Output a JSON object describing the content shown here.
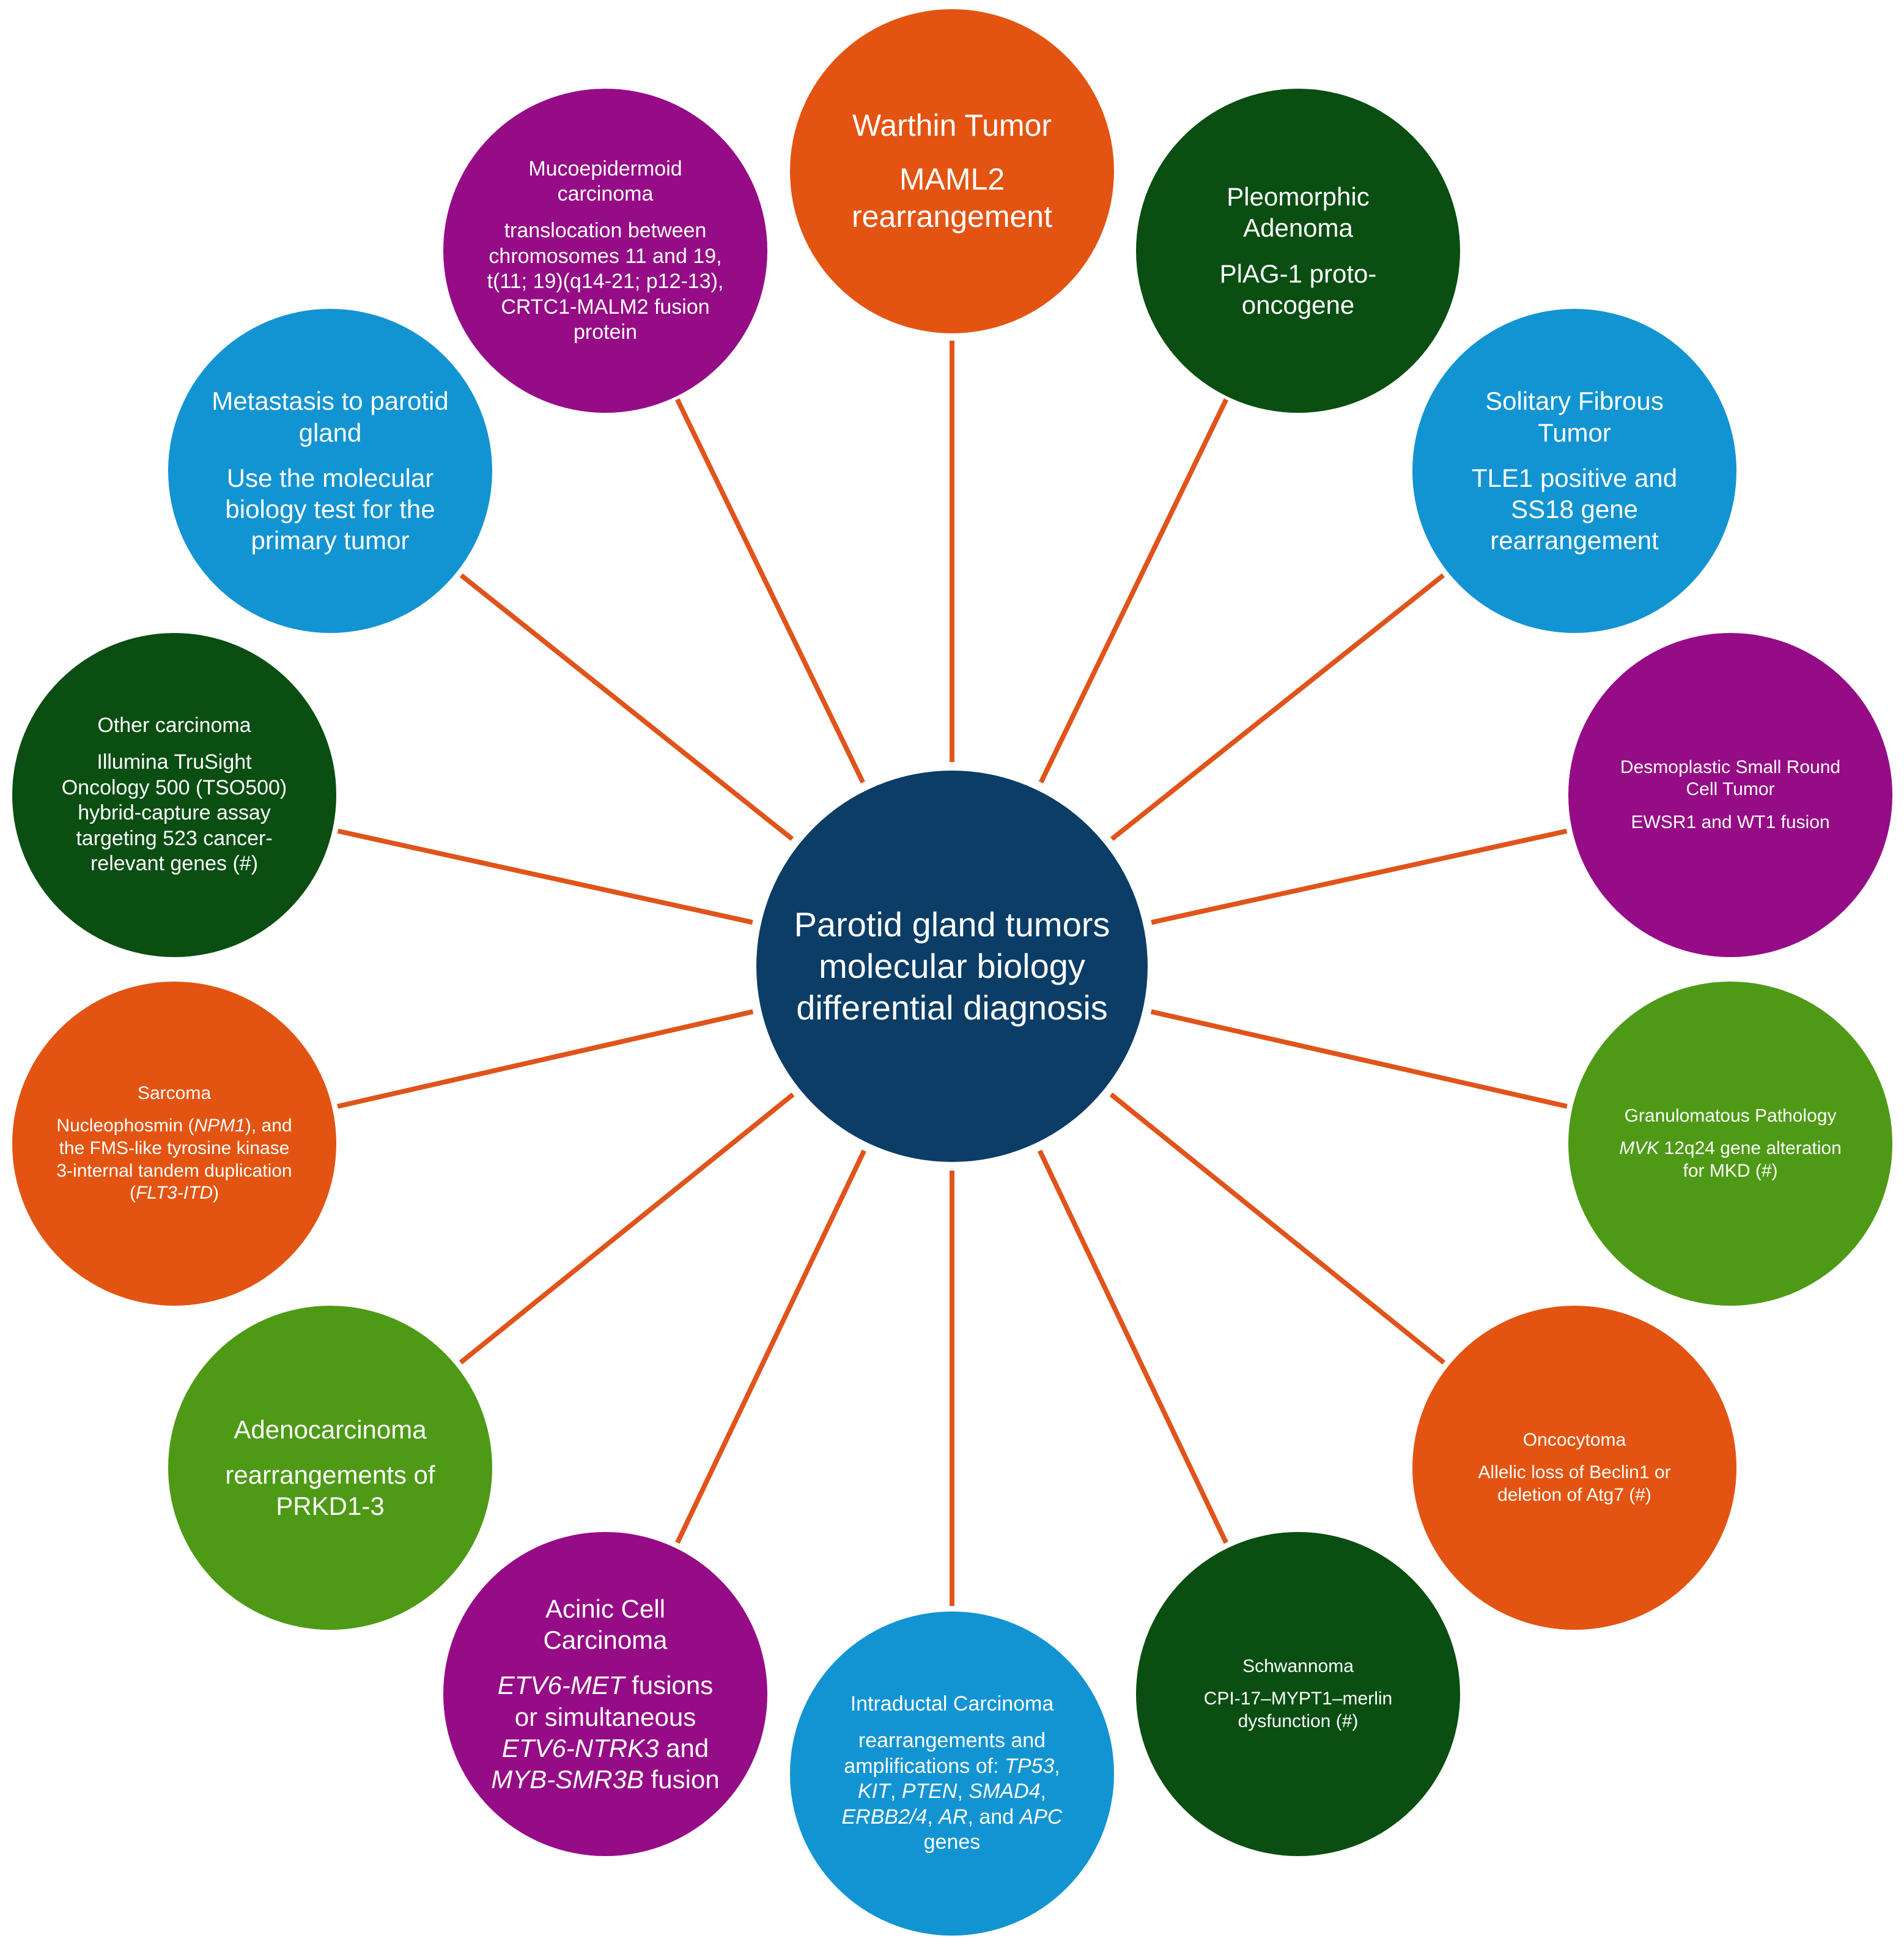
{
  "colors": {
    "center": "#0b3d66",
    "orange": "#e35412",
    "dark_green": "#0a4e12",
    "blue": "#1294d3",
    "purple": "#960c86",
    "green": "#4e9a16",
    "line": "#e0541b"
  },
  "center": {
    "text": "Parotid gland tumors molecular biology differential diagnosis"
  },
  "nodes": {
    "warthin": {
      "title": "Warthin Tumor",
      "body": "MAML2 rearrangement"
    },
    "pleomorphic": {
      "title": "Pleomorphic Adenoma",
      "body": "PlAG-1 proto-oncogene"
    },
    "solitary": {
      "title": "Solitary Fibrous Tumor",
      "body": "TLE1 positive and SS18 gene rearrangement"
    },
    "dsrct": {
      "title": "Desmoplastic Small Round Cell Tumor",
      "body": "EWSR1 and WT1 fusion"
    },
    "granulomatous": {
      "title": "Granulomatous Pathology",
      "body_i1": "MVK",
      "body_t1": " 12q24 gene alteration for MKD (#)"
    },
    "oncocytoma": {
      "title": "Oncocytoma",
      "body": "Allelic loss of Beclin1 or deletion of Atg7 (#)"
    },
    "schwannoma": {
      "title": "Schwannoma",
      "body": "CPI-17–MYPT1–merlin dysfunction (#)"
    },
    "intraductal": {
      "title": "Intraductal Carcinoma",
      "body_t1": "rearrangements and amplifications of: ",
      "body_i1": "TP53",
      "body_t2": ", ",
      "body_i2": "KIT",
      "body_t3": ", ",
      "body_i3": "PTEN",
      "body_t4": ", ",
      "body_i4": "SMAD4",
      "body_t5": ", ",
      "body_i5": "ERBB2/4",
      "body_t6": ", ",
      "body_i6": "AR",
      "body_t7": ", and ",
      "body_i7": "APC",
      "body_t8": " genes"
    },
    "acinic": {
      "title": "Acinic Cell Carcinoma",
      "body_i1": "ETV6-MET",
      "body_t1": " fusions or simultaneous ",
      "body_i2": "ETV6-NTRK3",
      "body_t2": " and ",
      "body_i3": "MYB-SMR3B",
      "body_t3": " fusion"
    },
    "adenocarcinoma": {
      "title": "Adenocarcinoma",
      "body": "rearrangements of PRKD1-3"
    },
    "sarcoma": {
      "title": "Sarcoma",
      "body_t1": "Nucleophosmin (",
      "body_i1": "NPM1",
      "body_t2": "), and the FMS-like tyrosine kinase 3-internal tandem duplication (",
      "body_i2": "FLT3-ITD",
      "body_t3": ")"
    },
    "other": {
      "title": "Other carcinoma",
      "body": "Illumina TruSight Oncology 500 (TSO500) hybrid-capture assay targeting 523 cancer-relevant genes  (#)"
    },
    "metastasis": {
      "title": "Metastasis to parotid gland",
      "body": "Use the molecular biology test for the primary tumor"
    },
    "mucoepidermoid": {
      "title": "Mucoepidermoid carcinoma",
      "body": "translocation between chromosomes 11 and 19, t(11; 19)(q14-21; p12-13), CRTC1-MALM2 fusion protein"
    }
  }
}
